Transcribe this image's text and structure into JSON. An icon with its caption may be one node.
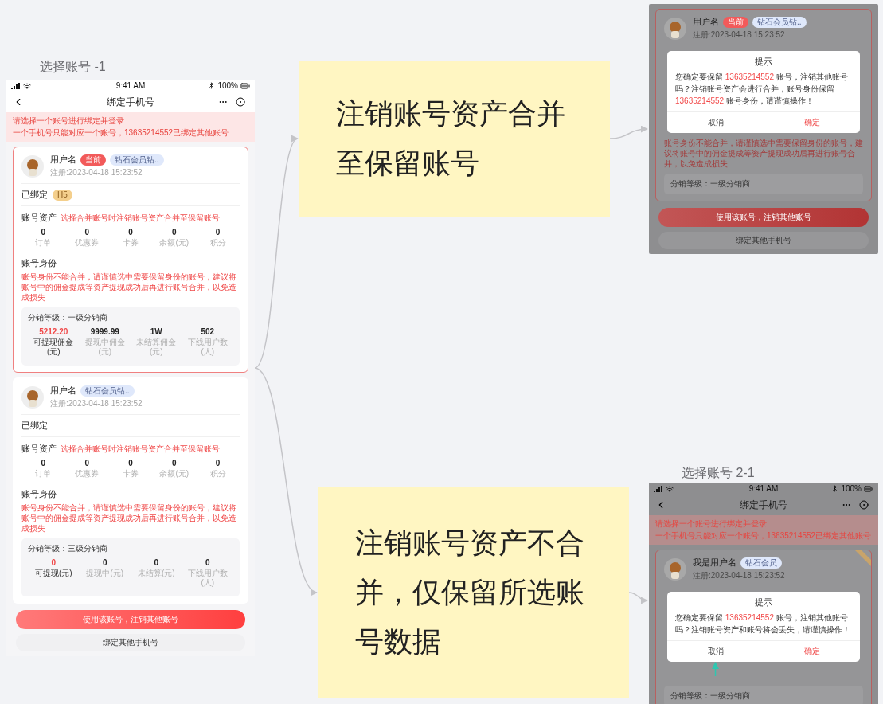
{
  "diagram": {
    "nodes": [
      {
        "text": [
          "选择账号 -1"
        ]
      },
      {
        "text": [
          "注销账号资产合并至保留账号"
        ]
      },
      {
        "text": [
          "注销账号资产不合并，仅保留所选账号数据"
        ]
      },
      {
        "text": [],
        "shape": "picture"
      },
      {
        "text": [
          "选择账号 2-1"
        ]
      },
      {
        "text": [
          "取消"
        ],
        "in": 4
      }
    ],
    "edges": [
      {
        "from": 0,
        "to": 1,
        "arrow": "to"
      },
      {
        "from": 0,
        "to": 2,
        "arrow": "to"
      },
      {
        "from": 1,
        "to": 3,
        "arrow": "to"
      },
      {
        "from": 2,
        "to": 4,
        "arrow": "to"
      },
      {
        "from": null,
        "to": 5,
        "arrow": "to",
        "color": "#2ec7b0"
      }
    ],
    "labels": [
      "9:41 AM",
      "100%",
      "绑定手机号",
      "请选择一个账号进行绑定并登录",
      "一个手机号只能对应一个账号，13635214552已绑定其他账号",
      "用户名",
      "当前",
      "钻石会员钻..",
      "注册:2023-04-18 15:23:52",
      "已绑定",
      "H5",
      "账号资产",
      "选择合并账号时注销账号资产合并至保留账号",
      "0",
      "0",
      "0",
      "0",
      "0",
      "订单",
      "优惠券",
      "卡券",
      "余额(元)",
      "积分",
      "账号身份",
      "账号身份不能合并，请谨慎选中需要保留身份的账号，建议将账号中的佣金提成等资产提现成功后再进行账号合并，以免造成损失",
      "分销等级：一级分销商",
      "5212.20",
      "9999.99",
      "1W",
      "502",
      "可提现佣金(元)",
      "提现中佣金(元)",
      "未结算佣金(元)",
      "下线用户数(人)",
      "用户名",
      "钻石会员钻..",
      "注册:2023-04-18 15:23:52",
      "已绑定",
      "账号资产",
      "选择合并账号时注销账号资产合并至保留账号",
      "0",
      "0",
      "0",
      "0",
      "0",
      "订单",
      "优惠券",
      "卡券",
      "余额(元)",
      "积分",
      "账号身份",
      "账号身份不能合并，请谨慎选中需要保留身份的账号，建议将账号中的佣金提成等资产提现成功后再进行账号合并，以免造成损失",
      "分销等级：三级分销商",
      "0",
      "0",
      "0",
      "0",
      "可提现(元)",
      "提现中(元)",
      "未结算(元)",
      "下线用户数(人)",
      "使用该账号，注销其他账号",
      "绑定其他手机号",
      "用户名",
      "当前",
      "钻石会员钻..",
      "注册:2023-04-18 15:23:52",
      "提示",
      "您确定要保留 **13635214552** 账号，注销其他账号吗？注销账号资产会进行合并，账号身份保留 **13635214552** 账号身份，请谨慎操作！",
      "取消",
      "确定",
      "账号身份不能合并，请谨慎选中需要保留身份的账号，建议将账号中的佣金提成等资产提现成功后再进行账号合并，以免造成损失",
      "分销等级：一级分销商",
      "使用该账号，注销其他账号",
      "绑定其他手机号",
      "9:41 AM",
      "100%",
      "绑定手机号",
      "请选择一个账号进行绑定并登录",
      "一个手机号只能对应一个账号，13635214552已绑定其他账号",
      "我是用户名",
      "钻石会员",
      "注册:2023-04-18 15:23:52",
      "提示",
      "您确定要保留 **13635214552** 账号，注销其他账号吗？注销账号资产和账号将会丢失，请谨慎操作！",
      "确定",
      "分销等级：一级分销商"
    ]
  }
}
